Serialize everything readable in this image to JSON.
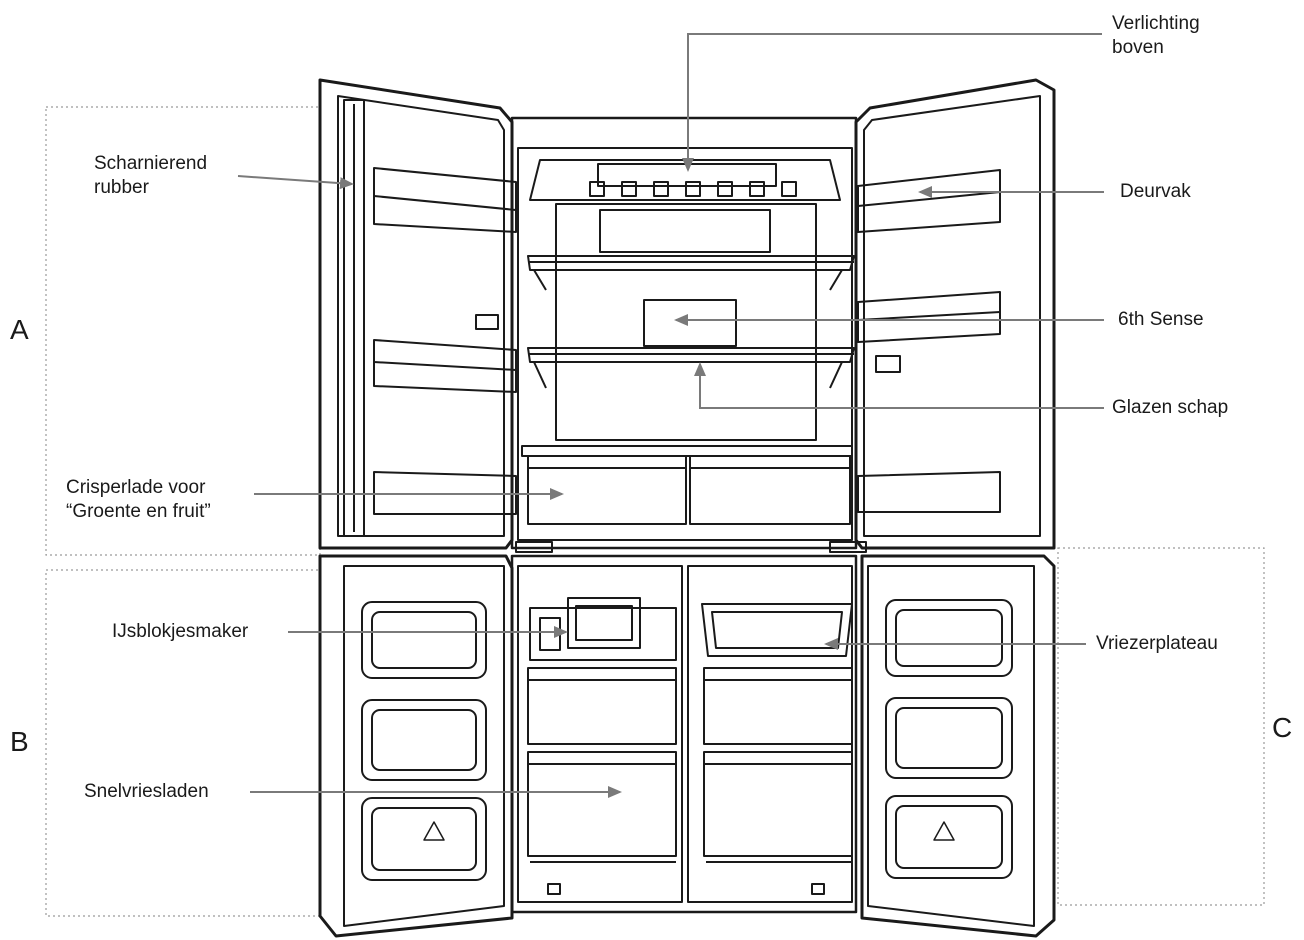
{
  "labels": {
    "top_light_1": "Verlichting",
    "top_light_2": "boven",
    "hinged_rubber_1": "Scharnierend",
    "hinged_rubber_2": "rubber",
    "door_bin": "Deurvak",
    "sixth_sense": "6th Sense",
    "glass_shelf": "Glazen schap",
    "crisper_1": "Crisperlade voor",
    "crisper_2": "“Groente en fruit”",
    "ice_maker": "IJsblokjesmaker",
    "freezer_tray": "Vriezerplateau",
    "fast_freeze": "Snelvriesladen"
  },
  "zones": {
    "a": "A",
    "b": "B",
    "c": "C"
  },
  "colors": {
    "line": "#1a1a1a",
    "arrow": "#7a7a7a",
    "dotted": "#9a9a9a"
  }
}
